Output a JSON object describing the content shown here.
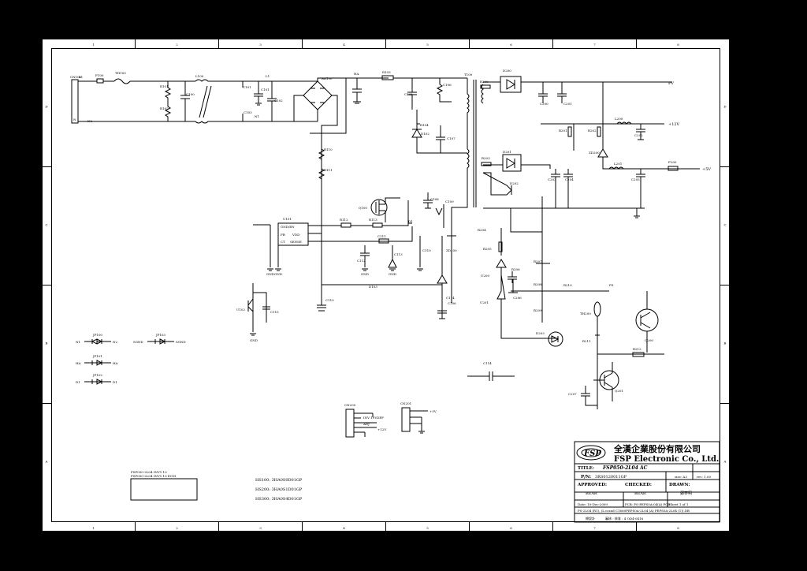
{
  "frame": {
    "columns": [
      "1",
      "2",
      "3",
      "4",
      "5",
      "6",
      "7",
      "8"
    ],
    "rows": [
      "D",
      "C",
      "B",
      "A"
    ]
  },
  "labels": {
    "cn100": "CN100",
    "l1": "L1",
    "n": "N",
    "n2": "N2",
    "f100": "F100",
    "th100": "TH100",
    "r101": "R101",
    "r102": "R102",
    "l100": "L100",
    "c100": "C100",
    "c101": "C101",
    "c102": "C102",
    "c103": "C103",
    "l1b": "L1",
    "n1": "N1",
    "br100": "BR100",
    "ha": "HA",
    "r103": "R103",
    "c105": "C105",
    "c106": "C106",
    "c107": "C107",
    "r104": "R104",
    "t100": "T100",
    "d100": "D100",
    "r105": "R105",
    "c108": "C108",
    "c109": "C109",
    "d102": "D102",
    "c110": "C110",
    "u101": "U101",
    "pin_ground": "GND/EN",
    "pin_fb": "FB",
    "pin_vdd": "VDD",
    "pin_sense": "SENSE",
    "pin_ct": "CT",
    "pin_fb2": "FB",
    "r110": "R110",
    "r111": "R111",
    "r112": "R112",
    "c111": "C111",
    "q100": "Q100",
    "r113": "R113",
    "c112": "C112",
    "d103": "D103",
    "c113": "C113",
    "zd100": "ZD100",
    "u102": "U102",
    "c114": "C114",
    "gnd": "GND",
    "d1": "D1",
    "pv": "PV",
    "v5": "+5V",
    "v12": "+12V",
    "d200": "D200",
    "r200": "R200",
    "c200": "C200",
    "c201": "C201",
    "r201": "R201",
    "r202": "R202",
    "l200": "L200",
    "c202": "C202",
    "zd200": "ZD200",
    "d201": "D201",
    "r203": "R203",
    "d202": "D202",
    "c203": "C203",
    "c204": "C204",
    "l201": "L201",
    "c205": "C205",
    "f200": "F200",
    "r204": "R204",
    "r205": "R205",
    "r206": "R206",
    "u200": "U200",
    "u201": "U201",
    "r207": "R207",
    "r208": "R208",
    "r209": "R209",
    "r210": "R210",
    "c206": "C206",
    "th200": "TH200",
    "q200": "Q200",
    "d203": "D203",
    "r211": "R211",
    "r212": "R212",
    "q201": "Q201",
    "c207": "C207",
    "ps_sig": "PS",
    "c115": "C115",
    "jp100": "JP100",
    "jp101": "JP101",
    "jp102": "JP102",
    "jp103": "JP103",
    "n1b": "N1",
    "n2b": "N2",
    "ha1": "HA",
    "ha2": "HA",
    "d1a": "D1",
    "d1b": "D1",
    "sgnd1": "SGND",
    "sgnd2": "SGND",
    "cn200": "CN200",
    "cn201": "CN201",
    "inv": "INV 19VDPP",
    "adj": "ADJ",
    "v12b": "+12V",
    "v5b": "+5V",
    "note1": "FSP050-2L04 INV1.10",
    "note2": "FSP050-2L04 INV1.10 ECM",
    "bom1": "HS100: 3HA0S0D01GP",
    "bom2": "HS200: 3HA0S1D01GP",
    "bom3": "HS300: 3HA0S4D01GP"
  },
  "title_block": {
    "company_cn": "全漢企業股份有限公司",
    "company_en": "FSP Electronic Co., Ltd.",
    "title_label": "TITLE:",
    "title_value": "FSP050-2L04 AC",
    "pn_label": "P/N:",
    "pn_value": "3RS0120011GP",
    "size_label": "size: A3",
    "rev_label": "rev: 1.00",
    "approved_label": "APPROVED:",
    "approved_value": "BEAR",
    "checked_label": "CHECKED:",
    "checked_value": "BEAR",
    "drawn_label": "DRAWN:",
    "drawn_value": "鄭寧明",
    "date": "Date: 10-Dec-2009",
    "pcb": "PCB: PS-PEPS0A-04(A) PCB",
    "sheet": "Sheet 1 of 1",
    "file": "PS-2L04 (R1), (L.n-and C1660PEPS0A-2L04 (A) PEPS0A-2L04 (1)).DB",
    "footer_a": "總設計",
    "footer_b": "審核 : 核准 : 4 OD4-0416"
  }
}
